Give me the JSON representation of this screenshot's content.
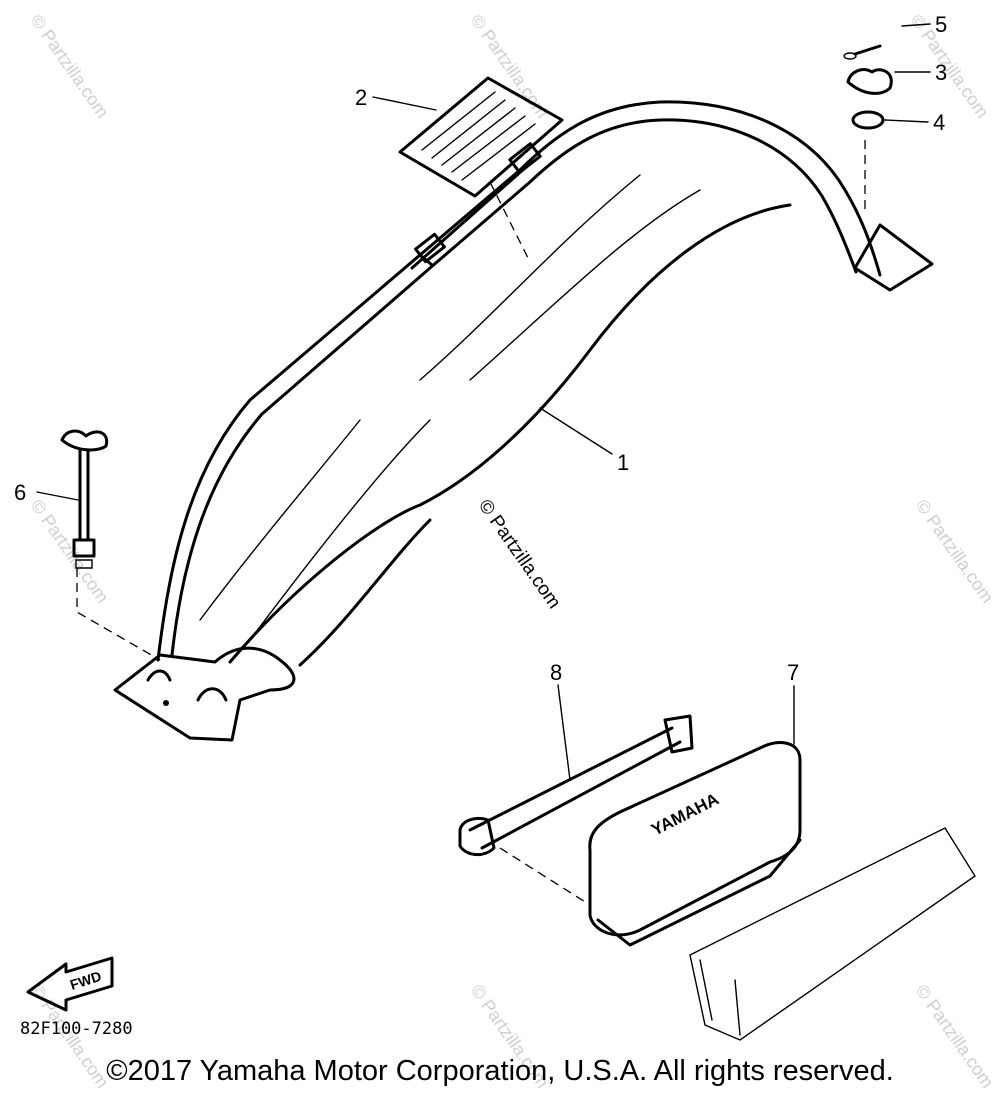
{
  "diagram": {
    "callouts": [
      {
        "id": "1",
        "label": "1"
      },
      {
        "id": "2",
        "label": "2"
      },
      {
        "id": "3",
        "label": "3"
      },
      {
        "id": "4",
        "label": "4"
      },
      {
        "id": "5",
        "label": "5"
      },
      {
        "id": "6",
        "label": "6"
      },
      {
        "id": "7",
        "label": "7"
      },
      {
        "id": "8",
        "label": "8"
      }
    ],
    "fwd_label": "FWD",
    "box_text": "YAMAHA",
    "diagram_code": "82F100-7280",
    "watermark_center": "© Partzilla.com",
    "watermark_faint": "© Partzilla.com",
    "copyright": "©2017 Yamaha Motor Corporation, U.S.A. All rights reserved."
  }
}
